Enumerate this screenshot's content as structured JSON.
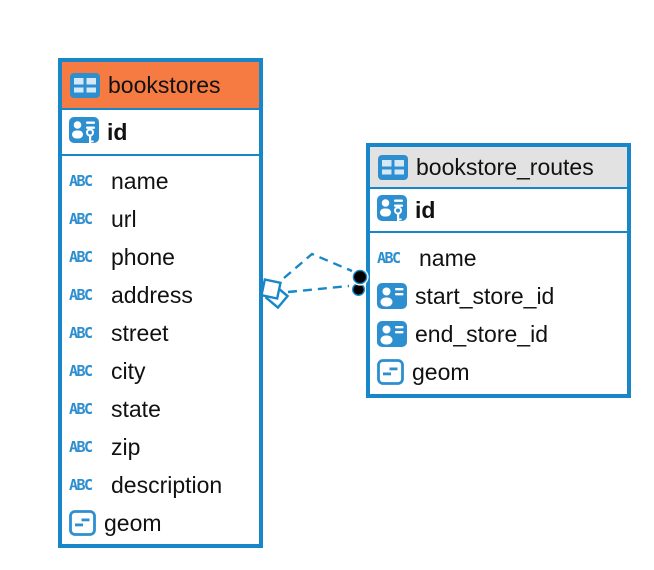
{
  "diagram": {
    "colors": {
      "accent_blue": "#1787c9",
      "icon_blue": "#2e8fd0",
      "orange_header": "#f57b42",
      "gray_header": "#e2e2e2",
      "text": "#111111",
      "background": "#ffffff",
      "relationship_dot": "#000000"
    },
    "tables": [
      {
        "name": "bookstores",
        "icon": "table-icon",
        "header_color": "#f57b42",
        "primary_key": {
          "name": "id",
          "icon": "primary-key-icon"
        },
        "columns": [
          {
            "name": "name",
            "type": "text"
          },
          {
            "name": "url",
            "type": "text"
          },
          {
            "name": "phone",
            "type": "text"
          },
          {
            "name": "address",
            "type": "text"
          },
          {
            "name": "street",
            "type": "text"
          },
          {
            "name": "city",
            "type": "text"
          },
          {
            "name": "state",
            "type": "text"
          },
          {
            "name": "zip",
            "type": "text"
          },
          {
            "name": "description",
            "type": "text"
          },
          {
            "name": "geom",
            "type": "geometry"
          }
        ]
      },
      {
        "name": "bookstore_routes",
        "icon": "table-icon",
        "header_color": "#e2e2e2",
        "primary_key": {
          "name": "id",
          "icon": "primary-key-icon"
        },
        "columns": [
          {
            "name": "name",
            "type": "text"
          },
          {
            "name": "start_store_id",
            "type": "reference"
          },
          {
            "name": "end_store_id",
            "type": "reference"
          },
          {
            "name": "geom",
            "type": "geometry"
          }
        ]
      }
    ],
    "relationships": [
      {
        "from_table": "bookstores",
        "to_table": "bookstore_routes",
        "style": "dashed",
        "line_color": "#1787c9",
        "source_marker": "diamond",
        "target_marker": "dot"
      },
      {
        "from_table": "bookstores",
        "to_table": "bookstore_routes",
        "style": "dashed",
        "line_color": "#1787c9",
        "source_marker": "diamond",
        "target_marker": "dot"
      }
    ]
  }
}
